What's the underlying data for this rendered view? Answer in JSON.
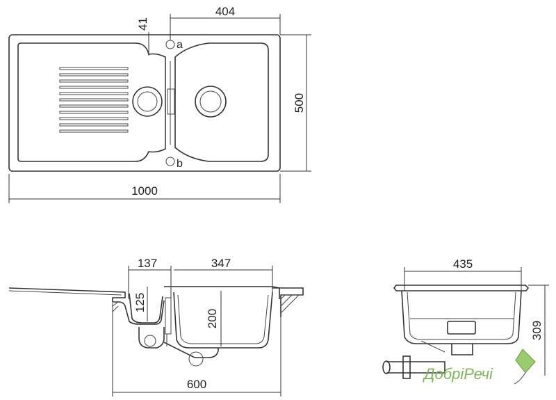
{
  "top_view": {
    "dims": {
      "width": "404",
      "offset": "41",
      "height": "500",
      "length": "1000"
    },
    "labels": {
      "a": "a",
      "b": "b"
    }
  },
  "side_view": {
    "dims": {
      "w137": "137",
      "w347": "347",
      "h125": "125",
      "h200": "200",
      "cabinet": "600"
    }
  },
  "front_view": {
    "dims": {
      "w435": "435",
      "h309": "309"
    }
  },
  "watermark": {
    "text": "ДобріРечі",
    "color": "#7fb55a"
  }
}
